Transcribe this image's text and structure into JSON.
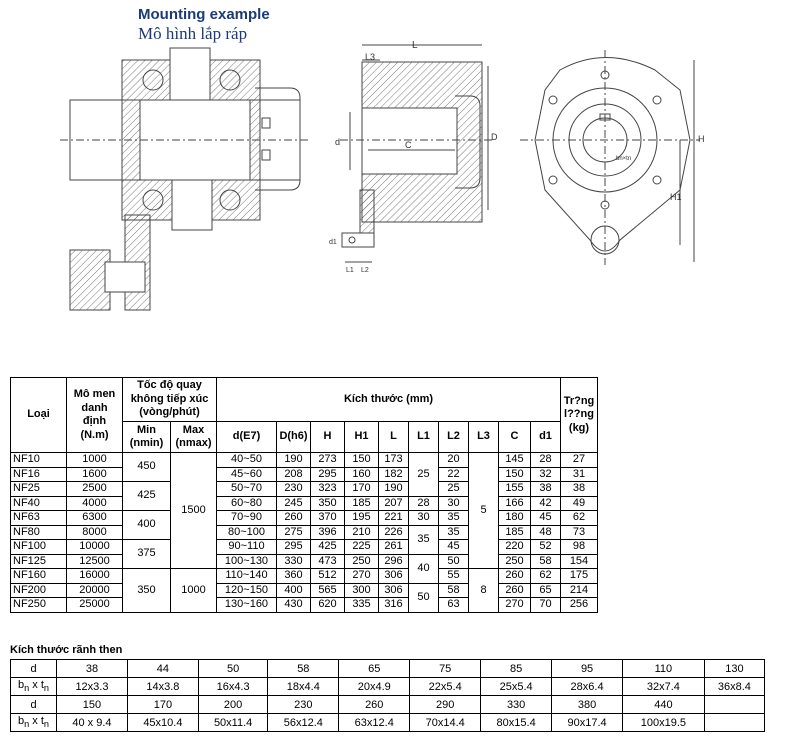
{
  "title_en": "Mounting example",
  "title_vi": "Mô hình lắp ráp",
  "drawing_labels": {
    "L": "L",
    "L3": "L3",
    "d": "d",
    "C": "C",
    "D": "D",
    "L1": "L1",
    "L2": "L2",
    "d1": "d1",
    "H": "H",
    "H1": "H1",
    "bt": "bn×tn"
  },
  "table": {
    "col_loai": "Loại",
    "col_torque": "Mô men danh định (N.m)",
    "col_speed": "Tốc độ quay không tiếp xúc (vòng/phút)",
    "col_min": "Min",
    "col_min_sub": "(nmin)",
    "col_max": "Max",
    "col_max_sub": "(nmax)",
    "col_dims": "Kích thước (mm)",
    "col_weight": "Tr?ng l??ng (kg)",
    "dim_headers": [
      "d(E7)",
      "D(h6)",
      "H",
      "H1",
      "L",
      "L1",
      "L2",
      "L3",
      "C",
      "d1"
    ],
    "rows": [
      {
        "type": "NF10",
        "torque": "1000",
        "d": "40~50",
        "D": "190",
        "H": "273",
        "H1": "150",
        "L": "173",
        "L2": "20",
        "C": "145",
        "d1": "28",
        "w": "27"
      },
      {
        "type": "NF16",
        "torque": "1600",
        "d": "45~60",
        "D": "208",
        "H": "295",
        "H1": "160",
        "L": "182",
        "L2": "22",
        "C": "150",
        "d1": "32",
        "w": "31"
      },
      {
        "type": "NF25",
        "torque": "2500",
        "d": "50~70",
        "D": "230",
        "H": "323",
        "H1": "170",
        "L": "190",
        "L2": "25",
        "C": "155",
        "d1": "38",
        "w": "38"
      },
      {
        "type": "NF40",
        "torque": "4000",
        "d": "60~80",
        "D": "245",
        "H": "350",
        "H1": "185",
        "L": "207",
        "L2": "30",
        "C": "166",
        "d1": "42",
        "w": "49"
      },
      {
        "type": "NF63",
        "torque": "6300",
        "d": "70~90",
        "D": "260",
        "H": "370",
        "H1": "195",
        "L": "221",
        "L2": "35",
        "C": "180",
        "d1": "45",
        "w": "62"
      },
      {
        "type": "NF80",
        "torque": "8000",
        "d": "80~100",
        "D": "275",
        "H": "396",
        "H1": "210",
        "L": "226",
        "L2": "35",
        "C": "185",
        "d1": "48",
        "w": "73"
      },
      {
        "type": "NF100",
        "torque": "10000",
        "d": "90~110",
        "D": "295",
        "H": "425",
        "H1": "225",
        "L": "261",
        "L2": "45",
        "C": "220",
        "d1": "52",
        "w": "98"
      },
      {
        "type": "NF125",
        "torque": "12500",
        "d": "100~130",
        "D": "330",
        "H": "473",
        "H1": "250",
        "L": "296",
        "L2": "50",
        "C": "250",
        "d1": "58",
        "w": "154"
      },
      {
        "type": "NF160",
        "torque": "16000",
        "d": "110~140",
        "D": "360",
        "H": "512",
        "H1": "270",
        "L": "306",
        "L2": "55",
        "C": "260",
        "d1": "62",
        "w": "175"
      },
      {
        "type": "NF200",
        "torque": "20000",
        "d": "120~150",
        "D": "400",
        "H": "565",
        "H1": "300",
        "L": "306",
        "L2": "58",
        "C": "260",
        "d1": "65",
        "w": "214"
      },
      {
        "type": "NF250",
        "torque": "25000",
        "d": "130~160",
        "D": "430",
        "H": "620",
        "H1": "335",
        "L": "316",
        "L2": "63",
        "C": "270",
        "d1": "70",
        "w": "256"
      }
    ],
    "min_groups": [
      "450",
      "425",
      "400",
      "375",
      "350"
    ],
    "max_groups": [
      "1500",
      "1000"
    ],
    "L1_groups": [
      "25",
      "28",
      "30",
      "35",
      "40",
      "50"
    ],
    "L3_groups": [
      "5",
      "8"
    ]
  },
  "keyway": {
    "title": "Kích thước rãnh then",
    "row1_label": "d",
    "row1": [
      "38",
      "44",
      "50",
      "58",
      "65",
      "75",
      "85",
      "95",
      "110",
      "130"
    ],
    "row2_label": "bn x tn",
    "row2": [
      "12x3.3",
      "14x3.8",
      "16x4.3",
      "18x4.4",
      "20x4.9",
      "22x5.4",
      "25x5.4",
      "28x6.4",
      "32x7.4",
      "36x8.4"
    ],
    "row3_label": "d",
    "row3": [
      "150",
      "170",
      "200",
      "230",
      "260",
      "290",
      "330",
      "380",
      "440",
      ""
    ],
    "row4_label": "bn x tn",
    "row4": [
      "40 x 9.4",
      "45x10.4",
      "50x11.4",
      "56x12.4",
      "63x12.4",
      "70x14.4",
      "80x15.4",
      "90x17.4",
      "100x19.5",
      ""
    ]
  }
}
